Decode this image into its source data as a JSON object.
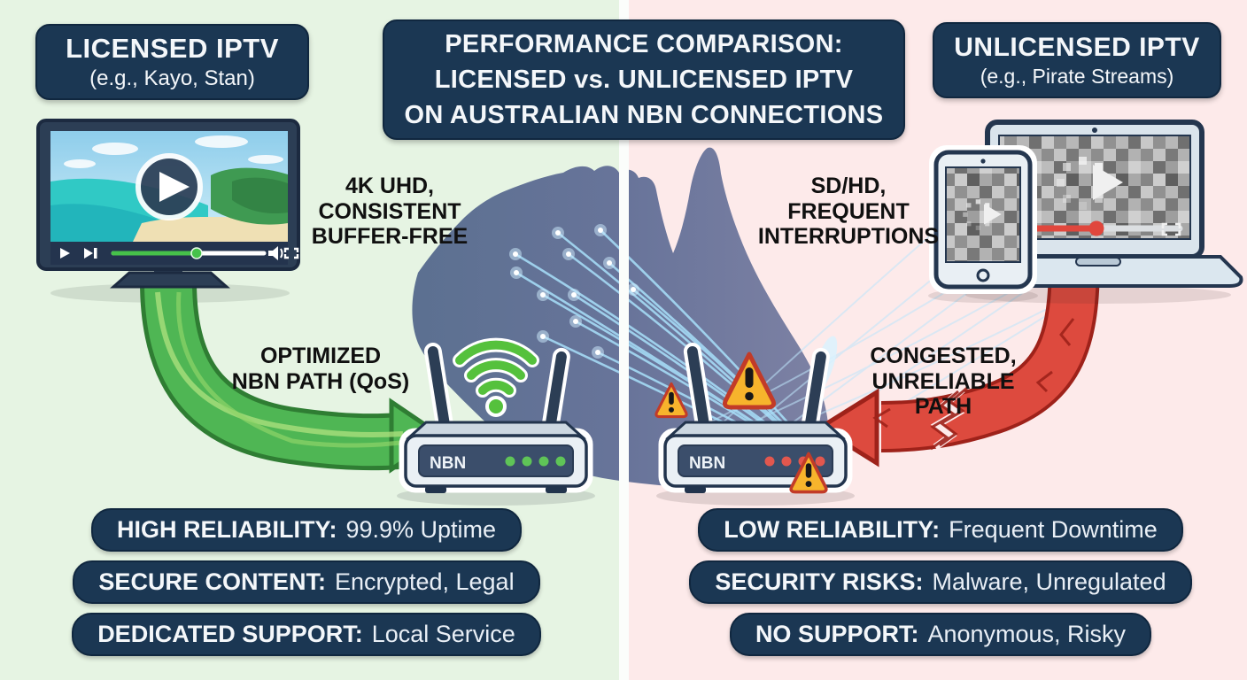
{
  "header": {
    "left": {
      "title": "LICENSED IPTV",
      "subtitle": "(e.g., Kayo, Stan)"
    },
    "center": {
      "line1": "PERFORMANCE COMPARISON:",
      "line2": "LICENSED vs. UNLICENSED IPTV",
      "line3": "ON AUSTRALIAN NBN CONNECTIONS"
    },
    "right": {
      "title": "UNLICENSED IPTV",
      "subtitle": "(e.g., Pirate Streams)"
    }
  },
  "licensed": {
    "stream_quality": {
      "line1": "4K UHD,",
      "line2": "CONSISTENT",
      "line3": "BUFFER-FREE"
    },
    "path_label": {
      "line1": "OPTIMIZED",
      "line2": "NBN PATH (QoS)"
    },
    "router_label": "NBN",
    "benefits": [
      {
        "label": "HIGH RELIABILITY:",
        "value": "99.9% Uptime"
      },
      {
        "label": "SECURE CONTENT:",
        "value": "Encrypted, Legal"
      },
      {
        "label": "DEDICATED SUPPORT:",
        "value": "Local Service"
      }
    ]
  },
  "unlicensed": {
    "stream_quality": {
      "line1": "SD/HD,",
      "line2": "FREQUENT",
      "line3": "INTERRUPTIONS"
    },
    "path_label": {
      "line1": "CONGESTED,",
      "line2": "UNRELIABLE PATH"
    },
    "router_label": "NBN",
    "drawbacks": [
      {
        "label": "LOW RELIABILITY:",
        "value": "Frequent Downtime"
      },
      {
        "label": "SECURITY RISKS:",
        "value": "Malware, Unregulated"
      },
      {
        "label": "NO SUPPORT:",
        "value": "Anonymous, Risky"
      }
    ]
  },
  "icons": {
    "play": "▶",
    "skip_next": "⏭",
    "volume": "🔊",
    "fullscreen": "⛶",
    "wifi": "📶",
    "warning": "⚠",
    "buffering_spinner": "◌"
  },
  "colors": {
    "licensed_bg": "#e6f4e3",
    "unlicensed_bg": "#fdeaea",
    "panel_navy": "#1b3753",
    "arrow_green": "#4fb654",
    "arrow_red": "#dd4a3e",
    "wifi_green": "#55c13c",
    "led_green": "#5fc457",
    "led_red": "#e2574e",
    "warning_yellow": "#f7b42c",
    "map_slate": "#6e7598",
    "fiber_blue": "#a8e0fa"
  }
}
